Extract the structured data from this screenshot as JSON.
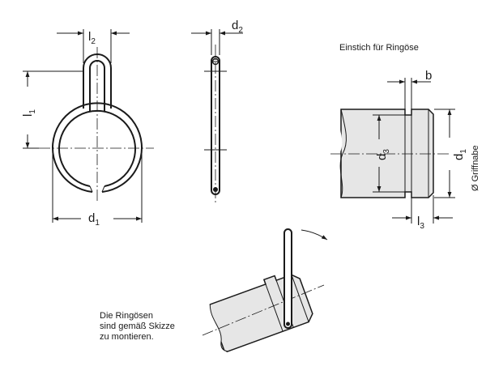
{
  "labels": {
    "l2": {
      "main": "l",
      "sub": "2"
    },
    "d2": {
      "main": "d",
      "sub": "2"
    },
    "l1": {
      "main": "l",
      "sub": "1"
    },
    "d1_ring": {
      "main": "d",
      "sub": "1"
    },
    "b": "b",
    "d3": {
      "main": "d",
      "sub": "3"
    },
    "d1_groove": {
      "main": "d",
      "sub": "1"
    },
    "l3": {
      "main": "l",
      "sub": "3"
    },
    "hub": "Ø Griffnabe"
  },
  "groove_title": "Einstich für Ringöse",
  "assembly_note": [
    "Die Ringösen",
    "sind gemäß Skizze",
    "zu montieren."
  ],
  "colors": {
    "line": "#1a1a1a",
    "body": "#e6e6e6"
  }
}
